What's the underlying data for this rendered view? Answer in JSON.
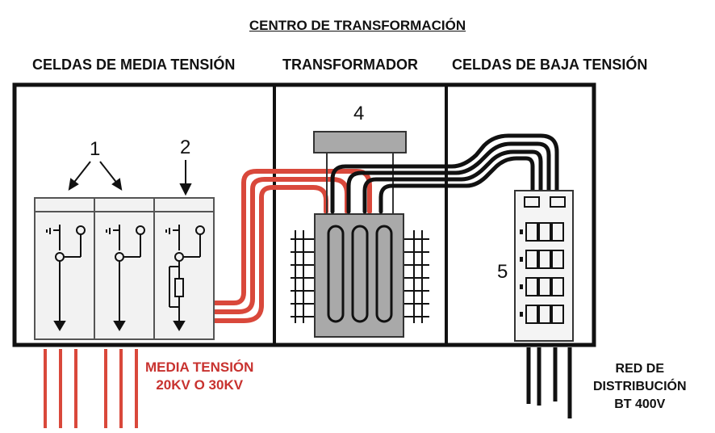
{
  "title": "CENTRO DE TRANSFORMACIÓN",
  "sections": {
    "medium_voltage_cells": "CELDAS DE MEDIA TENSIÓN",
    "transformer": "TRANSFORMADOR",
    "low_voltage_cells": "CELDAS DE BAJA TENSIÓN"
  },
  "numbers": {
    "n1": "1",
    "n2": "2",
    "n4": "4",
    "n5": "5"
  },
  "labels": {
    "mt_line1": "MEDIA TENSIÓN",
    "mt_line2": "20KV O 30KV",
    "red_line1": "RED DE",
    "red_line2": "DISTRIBUCIÓN",
    "red_line3": "BT 400V"
  },
  "colors": {
    "mv_cable": "#d9483b",
    "lv_cable": "#111111",
    "transformer_body": "#a9a9a9",
    "mt_text": "#c8322f"
  }
}
